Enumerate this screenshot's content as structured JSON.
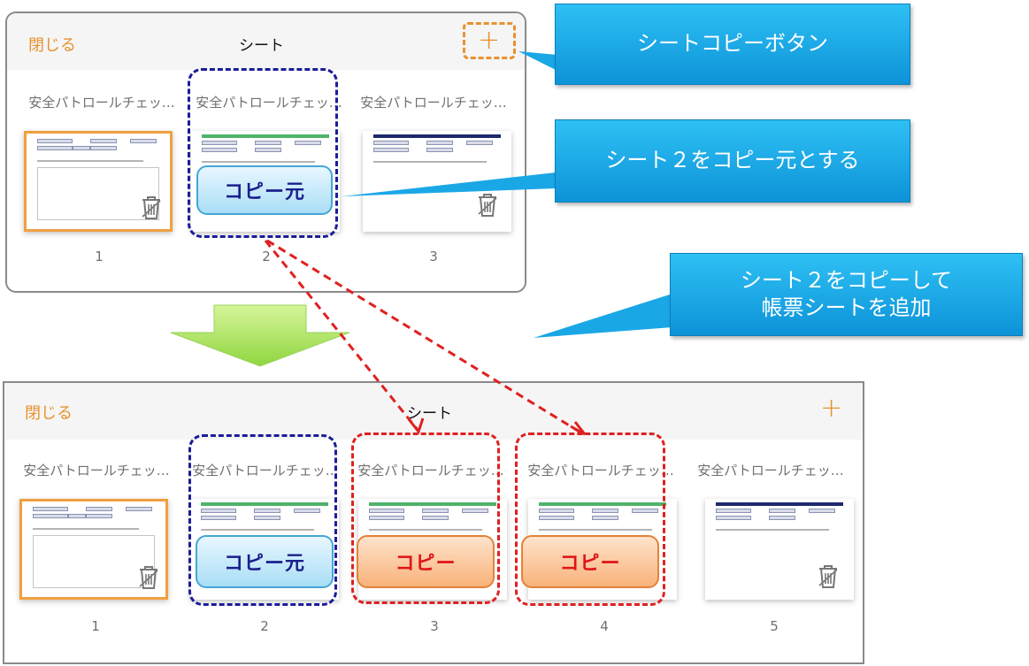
{
  "panel_top": {
    "close": "閉じる",
    "title": "シート",
    "add": "+",
    "sheets": [
      {
        "name": "安全パトロールチェッ…",
        "page": "1"
      },
      {
        "name": "安全パトロールチェッ…",
        "page": "2"
      },
      {
        "name": "安全パトロールチェッ…",
        "page": "3"
      }
    ]
  },
  "panel_bottom": {
    "close": "閉じる",
    "title": "シート",
    "add": "+",
    "sheets": [
      {
        "name": "安全パトロールチェッ…",
        "page": "1"
      },
      {
        "name": "安全パトロールチェッ…",
        "page": "2"
      },
      {
        "name": "安全パトロールチェッ…",
        "page": "3"
      },
      {
        "name": "安全パトロールチェッ…",
        "page": "4"
      },
      {
        "name": "安全パトロールチェッ…",
        "page": "5"
      }
    ]
  },
  "badges": {
    "source": "コピー元",
    "copy": "コピー"
  },
  "callouts": {
    "copy_button": "シートコピーボタン",
    "source_note": "シート２をコピー元とする",
    "result_line1": "シート２をコピーして",
    "result_line2": "帳票シートを追加"
  },
  "icons": {
    "trash": "trash-icon",
    "plus": "plus-icon",
    "down_arrow": "down-arrow-icon"
  },
  "colors": {
    "accent_orange": "#e8912e",
    "green_band": "#4fb36a",
    "navy_band": "#1e2a6e",
    "blue_dash": "#1c1c9a",
    "red_dash": "#e02020",
    "callout_blue": "#1aa7e6",
    "arrow_green": "#a6e05a"
  }
}
